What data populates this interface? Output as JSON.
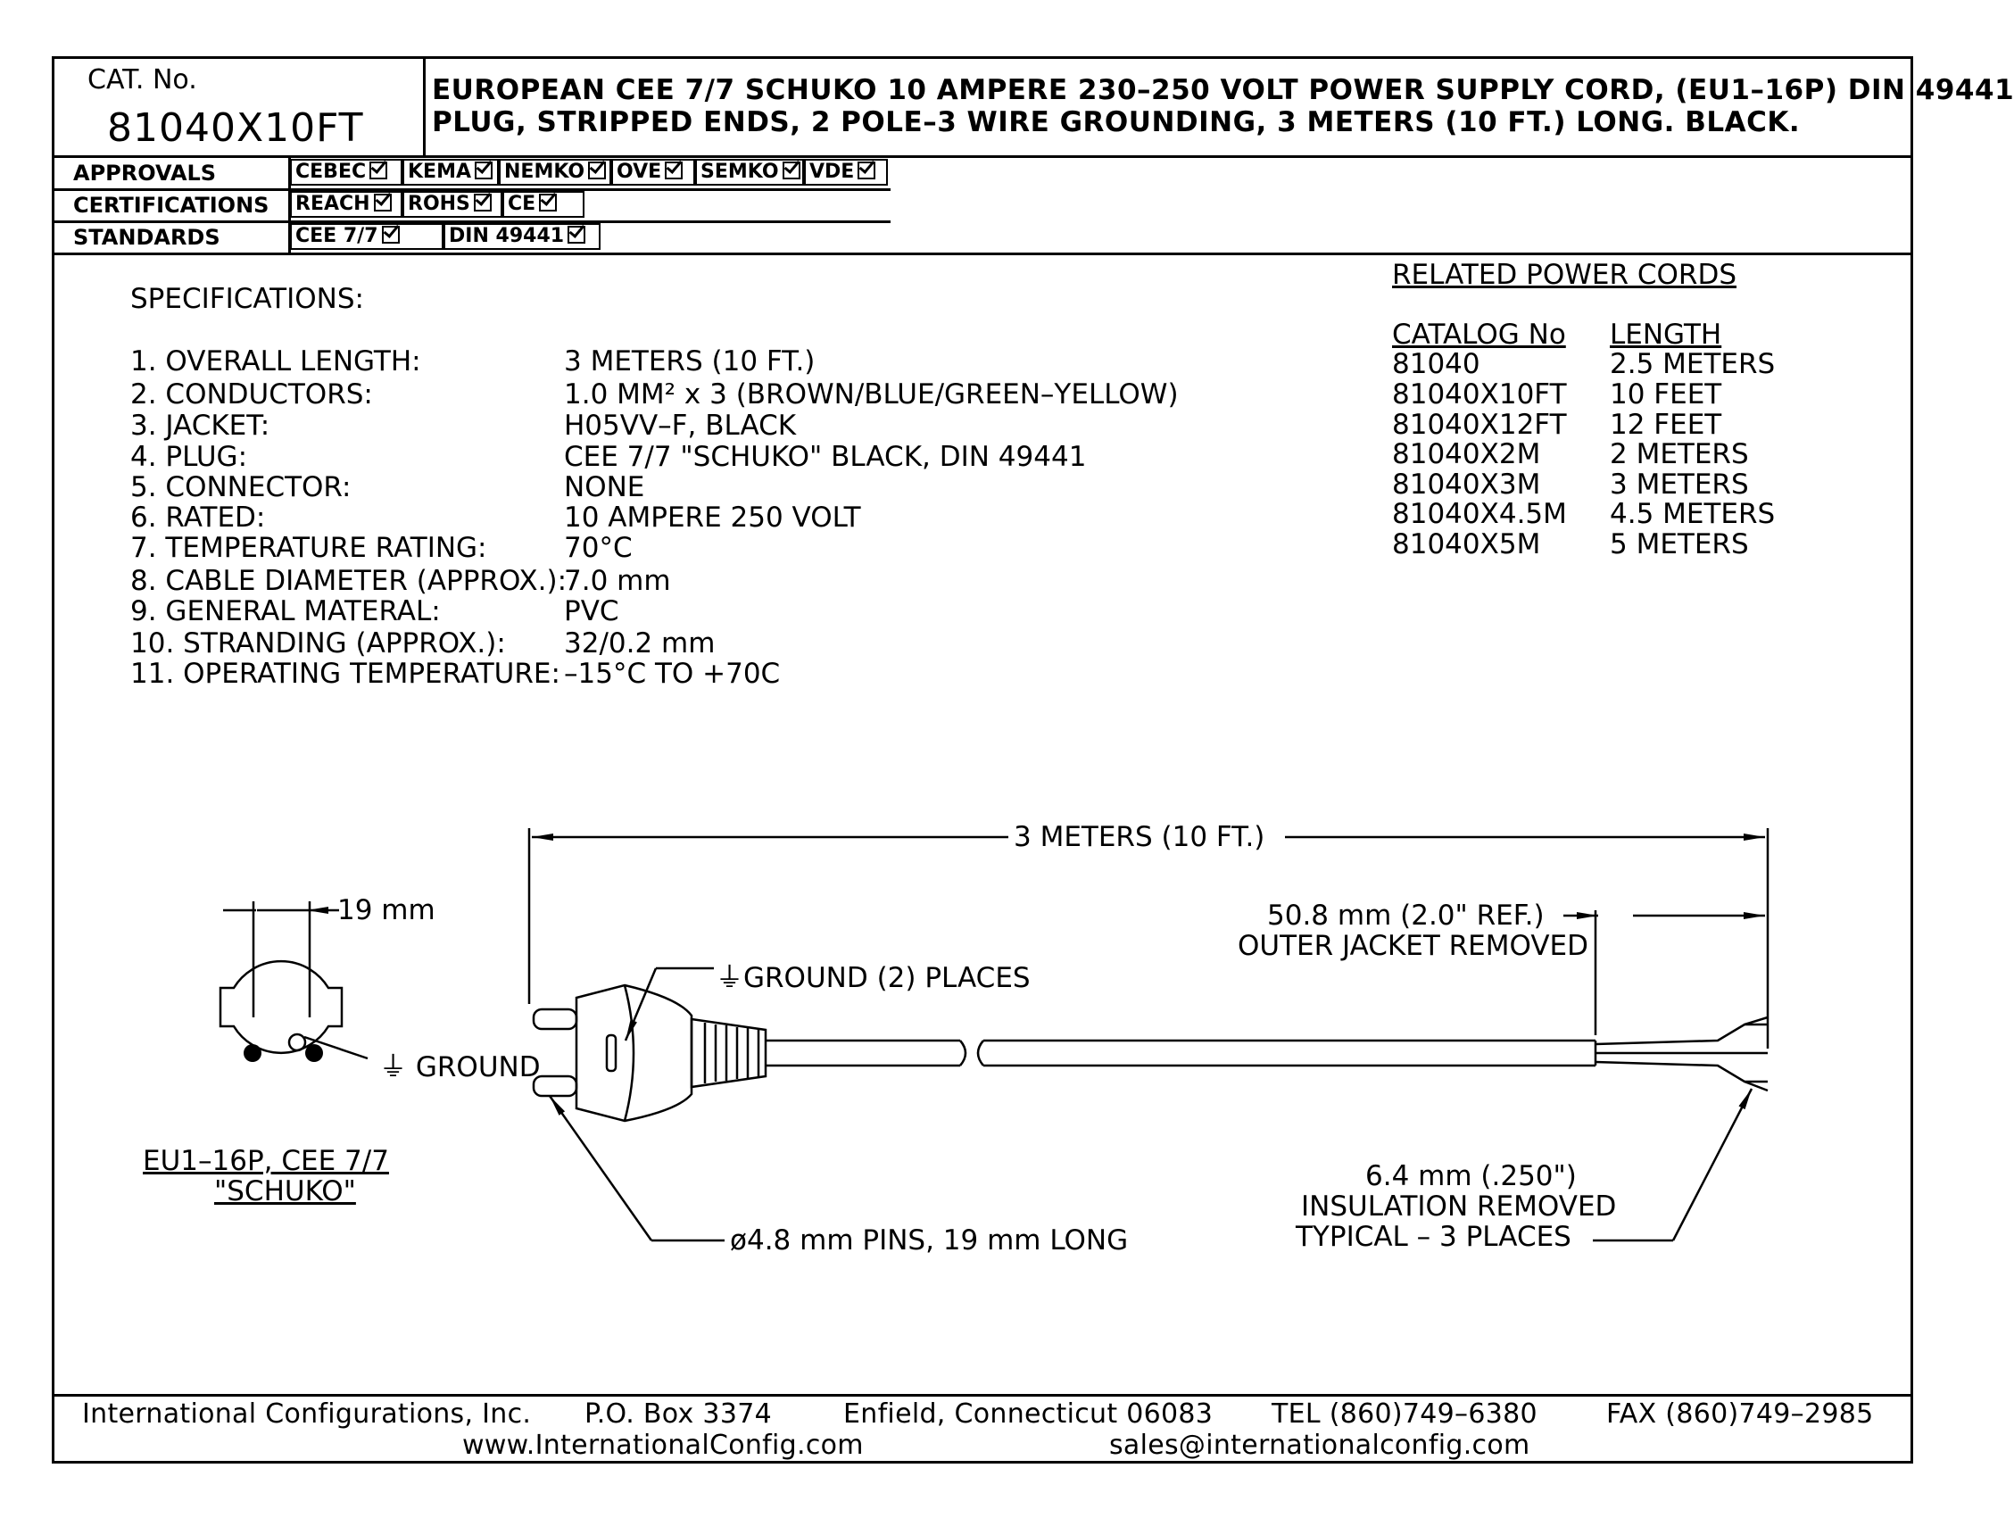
{
  "header": {
    "cat_label": "CAT. No.",
    "cat_number": "81040X10FT",
    "title_line1": "EUROPEAN CEE 7/7 SCHUKO 10 AMPERE 230–250 VOLT POWER SUPPLY CORD, (EU1–16P) DIN 49441",
    "title_line2": "PLUG, STRIPPED ENDS, 2 POLE–3 WIRE GROUNDING, 3 METERS (10 FT.) LONG. BLACK."
  },
  "compliance": {
    "approvals": {
      "label": "APPROVALS",
      "items": [
        "CEBEC",
        "KEMA",
        "NEMKO",
        "OVE",
        "SEMKO",
        "VDE"
      ]
    },
    "certifications": {
      "label": "CERTIFICATIONS",
      "items": [
        "REACH",
        "ROHS",
        "CE"
      ]
    },
    "standards": {
      "label": "STANDARDS",
      "items": [
        "CEE 7/7",
        "DIN 49441"
      ]
    }
  },
  "specifications": {
    "heading": "SPECIFICATIONS:",
    "rows": [
      {
        "label": "1. OVERALL LENGTH:",
        "value": "3 METERS (10 FT.)"
      },
      {
        "label": "2. CONDUCTORS:",
        "value": "1.0 MM² x 3 (BROWN/BLUE/GREEN–YELLOW)"
      },
      {
        "label": "3. JACKET:",
        "value": "H05VV–F, BLACK"
      },
      {
        "label": "4. PLUG:",
        "value": "CEE 7/7 \"SCHUKO\" BLACK, DIN 49441"
      },
      {
        "label": "5. CONNECTOR:",
        "value": "NONE"
      },
      {
        "label": "6. RATED:",
        "value": "10 AMPERE 250 VOLT"
      },
      {
        "label": "7. TEMPERATURE RATING:",
        "value": "70°C"
      },
      {
        "label": "8. CABLE DIAMETER (APPROX.):",
        "value": "7.0 mm"
      },
      {
        "label": "9. GENERAL MATERAL:",
        "value": "PVC"
      },
      {
        "label": "10. STRANDING (APPROX.):",
        "value": "32/0.2 mm"
      },
      {
        "label": "11. OPERATING TEMPERATURE:",
        "value": "–15°C TO +70C"
      }
    ]
  },
  "related": {
    "heading": "RELATED POWER CORDS",
    "col_catalog": "CATALOG No",
    "col_length": "LENGTH",
    "rows": [
      {
        "catalog": "81040",
        "length": "2.5 METERS"
      },
      {
        "catalog": "81040X10FT",
        "length": "10 FEET"
      },
      {
        "catalog": "81040X12FT",
        "length": "12 FEET"
      },
      {
        "catalog": "81040X2M",
        "length": "2 METERS"
      },
      {
        "catalog": "81040X3M",
        "length": "3 METERS"
      },
      {
        "catalog": "81040X4.5M",
        "length": "4.5 METERS"
      },
      {
        "catalog": "81040X5M",
        "length": "5 METERS"
      }
    ]
  },
  "drawing": {
    "overall_dim": "3 METERS (10 FT.)",
    "face_dim": "19 mm",
    "ground_face": "GROUND",
    "ground_places": "GROUND (2) PLACES",
    "strip_line1": "50.8 mm (2.0\" REF.)",
    "strip_line2": "OUTER JACKET REMOVED",
    "insul_line1": "6.4 mm (.250\")",
    "insul_line2": "INSULATION REMOVED",
    "insul_line3": "TYPICAL – 3 PLACES",
    "pins": "ø4.8 mm PINS, 19 mm LONG",
    "caption1": "EU1–16P, CEE 7/7",
    "caption2": "\"SCHUKO\""
  },
  "footer": {
    "company": "International Configurations, Inc.",
    "po_box": "P.O. Box 3374",
    "city": "Enfield, Connecticut 06083",
    "tel": "TEL (860)749–6380",
    "fax": "FAX (860)749–2985",
    "website": "www.InternationalConfig.com",
    "email": "sales@internationalconfig.com"
  }
}
